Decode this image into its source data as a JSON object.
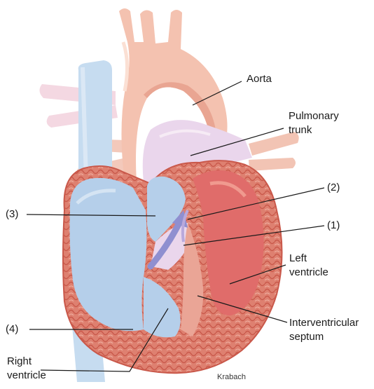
{
  "labels": {
    "aorta": "Aorta",
    "pulmonary_line1": "Pulmonary",
    "pulmonary_line2": "trunk",
    "marker_2": "(2)",
    "marker_1": "(1)",
    "marker_3": "(3)",
    "marker_4": "(4)",
    "left_ventricle_line1": "Left",
    "left_ventricle_line2": "ventricle",
    "septum_line1": "Interventricular",
    "septum_line2": "septum",
    "right_ventricle_line1": "Right",
    "right_ventricle_line2": "ventricle"
  },
  "credit": "Krabach",
  "colors": {
    "aorta": "#f4c2b0",
    "aorta_shadow": "#e9a592",
    "pulmonary_trunk": "#ead6ec",
    "vena_cava": "#c6dcf0",
    "right_chamber": "#b5cfea",
    "myocardium": "#de8070",
    "myocardium_light": "#eaa596",
    "left_chamber": "#e06c6a",
    "arrow": "#8f8fd0",
    "leader_line": "#1a1a1a"
  }
}
